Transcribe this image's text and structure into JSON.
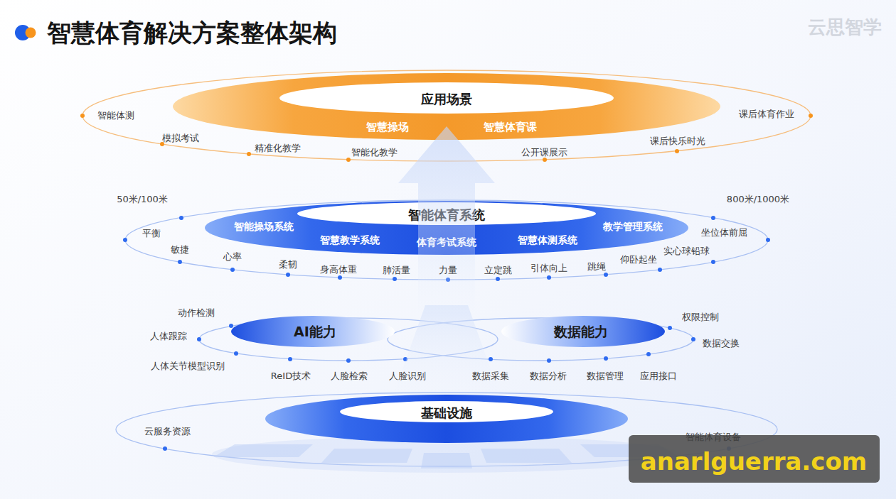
{
  "diagram": {
    "title": "智慧体育解决方案整体架构",
    "nodes": [
      {
        "text": [
          "应用场景",
          "智慧操场",
          "智慧体育课"
        ]
      },
      {
        "text": [
          "智能体育系统",
          "智能操场系统",
          "智慧教学系统",
          "体育考试系统",
          "智慧体测系统",
          "教学管理系统"
        ]
      },
      {
        "text": [
          "AI能力"
        ]
      },
      {
        "text": [
          "数据能力"
        ]
      },
      {
        "text": [
          "基础设施"
        ]
      }
    ],
    "labels": [
      "云思智学",
      "智能体测",
      "模拟考试",
      "精准化教学",
      "智能化教学",
      "公开课展示",
      "课后快乐时光",
      "课后体育作业",
      "50米/100米",
      "800米/1000米",
      "平衡",
      "敏捷",
      "心率",
      "柔韧",
      "身高体重",
      "肺活量",
      "力量",
      "立定跳",
      "引体向上",
      "跳绳",
      "仰卧起坐",
      "实心球铅球",
      "坐位体前屈",
      "动作检测",
      "权限控制",
      "人体跟踪",
      "数据交换",
      "人体关节模型识别",
      "ReID技术",
      "人脸检索",
      "人脸识别",
      "数据采集",
      "数据分析",
      "数据管理",
      "应用接口",
      "云服务资源",
      "智能体育设备",
      "anarlguerra.com"
    ]
  }
}
